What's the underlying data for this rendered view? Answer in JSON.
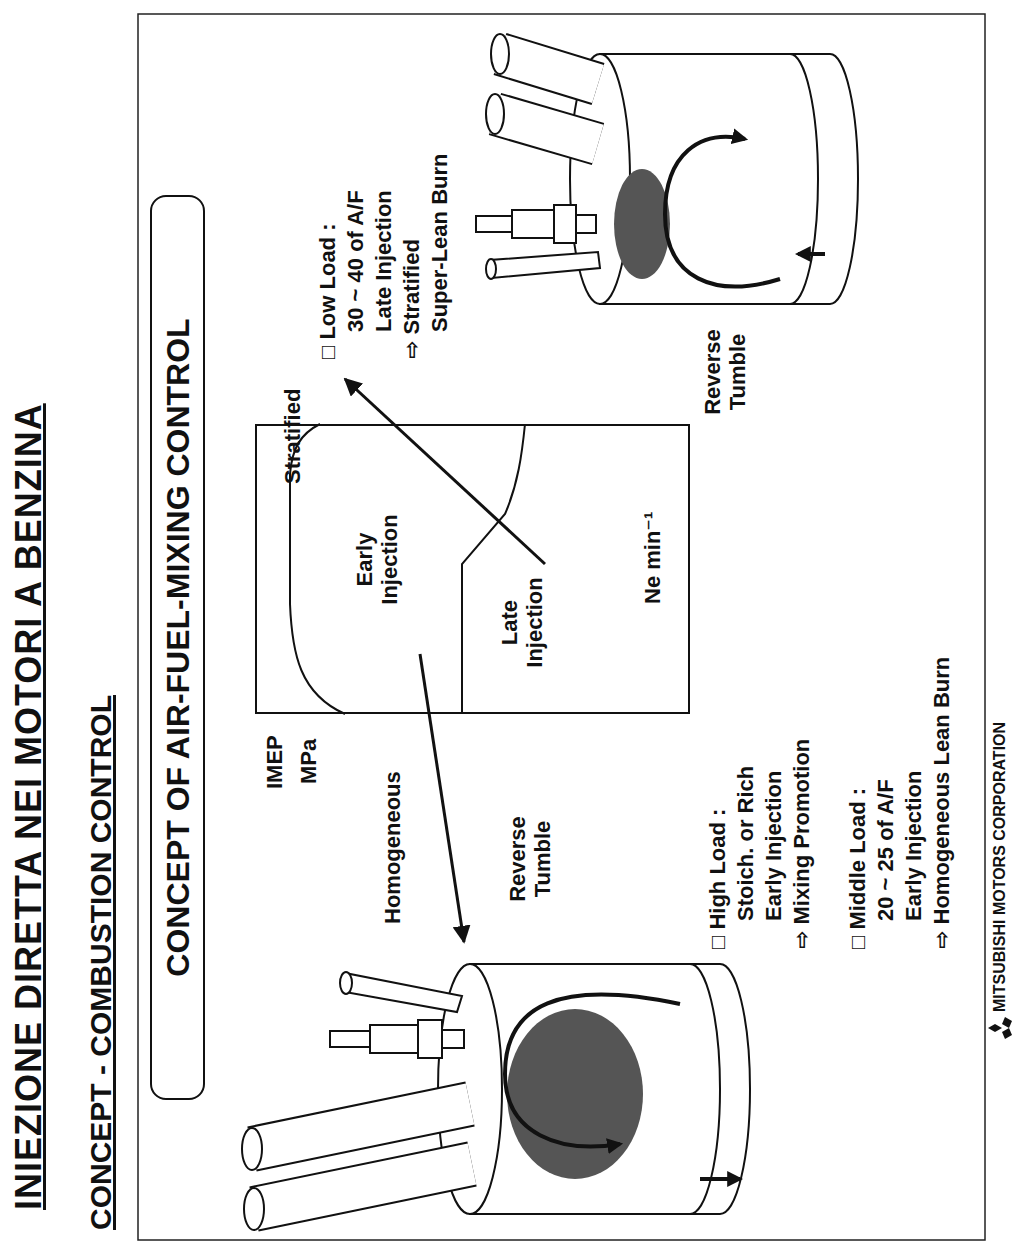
{
  "diagram": {
    "title": "INIEZIONE DIRETTA NEI MOTORI A BENZINA",
    "nodes": [
      {
        "text": [
          "CONCEPT OF AIR-FUEL-MIXING CONTROL"
        ]
      },
      {
        "text": [
          "Early Injection",
          "Late Injection"
        ]
      }
    ],
    "labels": [
      "CONCEPT - COMBUSTION CONTROL",
      "IMEP",
      "MPa",
      "Ne min⁻¹",
      "Homogeneous",
      "Stratified",
      "Reverse Tumble",
      "Reverse Tumble",
      "□ Low Load :",
      "30 ~ 40 of A/F",
      "Late Injection",
      "⇨ Stratified",
      "Super-Lean Burn",
      "□ High Load :",
      "Stoich. or Rich",
      "Early Injection",
      "⇨ Mixing Promotion",
      "□ Middle Load :",
      "20 ~ 25 of A/F",
      "Early Injection",
      "⇨ Homogeneous Lean Burn",
      "MITSUBISHI MOTORS CORPORATION"
    ]
  }
}
